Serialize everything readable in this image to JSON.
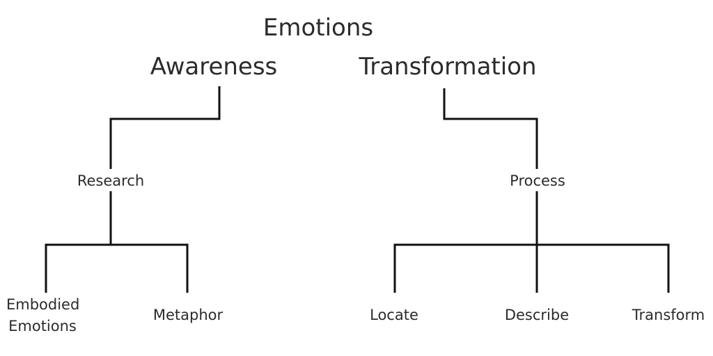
{
  "root": {
    "label": "Emotions"
  },
  "branches": [
    {
      "label": "Awareness",
      "child": {
        "label": "Research",
        "leaves": [
          {
            "lines": [
              "Embodied",
              "Emotions"
            ]
          },
          {
            "lines": [
              "Metaphor"
            ]
          }
        ]
      }
    },
    {
      "label": "Transformation",
      "child": {
        "label": "Process",
        "leaves": [
          {
            "lines": [
              "Locate"
            ]
          },
          {
            "lines": [
              "Describe"
            ]
          },
          {
            "lines": [
              "Transform"
            ]
          }
        ]
      }
    }
  ]
}
